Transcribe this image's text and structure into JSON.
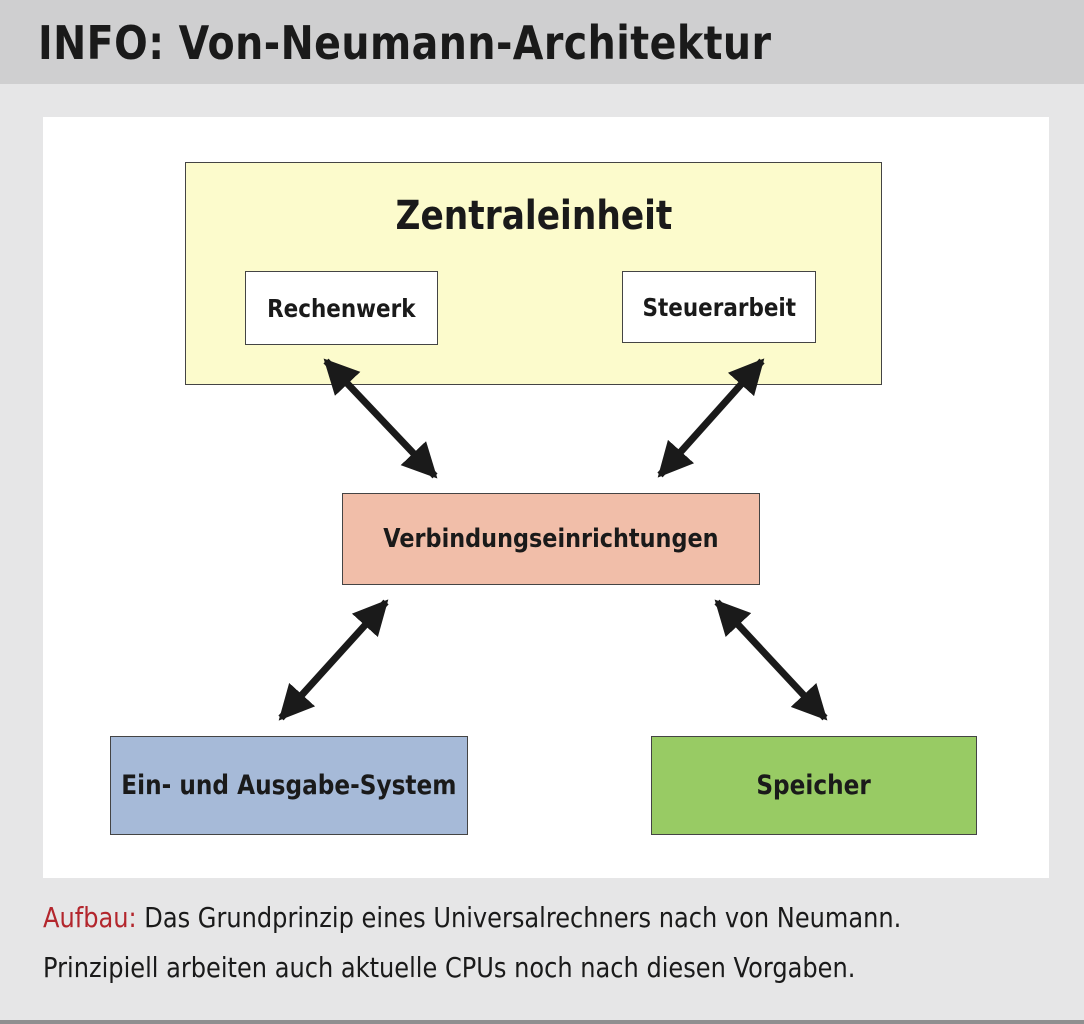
{
  "header": {
    "title": "INFO: Von-Neumann-Architektur"
  },
  "diagram": {
    "cpu_title": "Zentraleinheit",
    "alu": "Rechenwerk",
    "control": "Steuerarbeit",
    "bus": "Verbindungseinrichtungen",
    "io": "Ein- und Ausgabe-System",
    "memory": "Speicher",
    "colors": {
      "cpu": "#fcfbcc",
      "bus": "#f1bea9",
      "io": "#a6bad8",
      "memory": "#98cb64",
      "arrow": "#1a1a1a"
    }
  },
  "caption": {
    "key": "Aufbau:",
    "line1": " Das Grundprinzip eines Universalrechners nach von Neumann.",
    "line2": "Prinzipiell arbeiten auch aktuelle CPUs noch nach diesen Vorgaben.",
    "key_color": "#b3262d"
  }
}
